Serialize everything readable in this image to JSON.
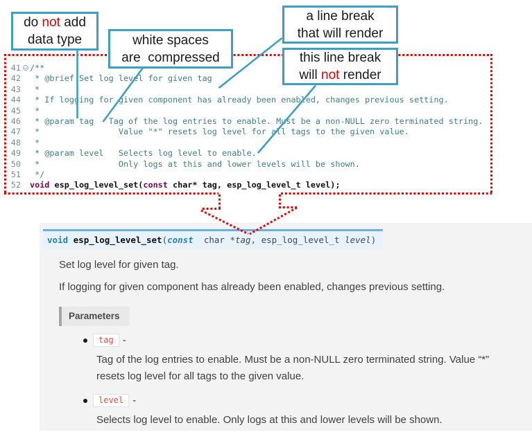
{
  "callouts": [
    {
      "id": "do-not-add-data-type",
      "segments": [
        {
          "t": "do "
        },
        {
          "t": "not",
          "cls": "red"
        },
        {
          "t": " add\ndata type"
        }
      ]
    },
    {
      "id": "white-spaces-compressed",
      "segments": [
        {
          "t": "white spaces\nare  compressed"
        }
      ]
    },
    {
      "id": "line-break-renders",
      "segments": [
        {
          "t": "a line break\nthat will render"
        }
      ]
    },
    {
      "id": "line-break-not-render",
      "segments": [
        {
          "t": "this line break\nwill "
        },
        {
          "t": "not",
          "cls": "red"
        },
        {
          "t": " render"
        }
      ]
    }
  ],
  "code": {
    "lines": [
      {
        "num": "41",
        "fold": true,
        "segments": [
          {
            "t": "/**",
            "cls": "cmt"
          }
        ]
      },
      {
        "num": "42",
        "segments": [
          {
            "t": " * @brief Set log level for given tag",
            "cls": "cmt"
          }
        ]
      },
      {
        "num": "43",
        "segments": [
          {
            "t": " *",
            "cls": "cmt"
          }
        ]
      },
      {
        "num": "44",
        "segments": [
          {
            "t": " * If logging for given component has already been enabled, changes previous setting.",
            "cls": "cmt"
          }
        ]
      },
      {
        "num": "45",
        "segments": [
          {
            "t": " *",
            "cls": "cmt"
          }
        ]
      },
      {
        "num": "46",
        "segments": [
          {
            "t": " * @param tag   Tag of the log entries to enable. Must be a non-NULL zero terminated string.",
            "cls": "cmt"
          }
        ]
      },
      {
        "num": "47",
        "segments": [
          {
            "t": " *                Value \"*\" resets log level for all tags to the given value.",
            "cls": "cmt"
          }
        ]
      },
      {
        "num": "48",
        "segments": [
          {
            "t": " *",
            "cls": "cmt"
          }
        ]
      },
      {
        "num": "49",
        "segments": [
          {
            "t": " * @param level   Selects log level to enable.",
            "cls": "cmt"
          }
        ]
      },
      {
        "num": "50",
        "segments": [
          {
            "t": " *                Only logs at this and lower levels will be shown.",
            "cls": "cmt"
          }
        ]
      },
      {
        "num": "51",
        "segments": [
          {
            "t": " */",
            "cls": "cmt"
          }
        ]
      },
      {
        "num": "52",
        "segments": [
          {
            "t": "void",
            "cls": "kw"
          },
          {
            "t": " ",
            "cls": "b"
          },
          {
            "t": "esp_log_level_set(",
            "cls": "b"
          },
          {
            "t": "const",
            "cls": "kw"
          },
          {
            "t": " char* tag, esp_log_level_t level);",
            "cls": "b"
          }
        ]
      }
    ]
  },
  "doc": {
    "signature": {
      "segments": [
        {
          "t": "void",
          "cls": "sk"
        },
        {
          "t": " "
        },
        {
          "t": "esp_log_level_set",
          "cls": "sn"
        },
        {
          "t": "("
        },
        {
          "t": "const",
          "cls": "ski"
        },
        {
          "t": "  "
        },
        {
          "t": "char "
        },
        {
          "t": "*"
        },
        {
          "t": "tag",
          "cls": "sp"
        },
        {
          "t": ", "
        },
        {
          "t": "esp_log_level_t "
        },
        {
          "t": "level",
          "cls": "sp"
        },
        {
          "t": ")"
        }
      ]
    },
    "paragraphs": [
      "Set log level for given tag.",
      "If logging for given component has already been enabled, changes previous setting."
    ],
    "parameters_label": "Parameters",
    "params": [
      {
        "name": "tag",
        "dash": "-",
        "desc": "Tag of the log entries to enable. Must be a non-NULL zero terminated string. Value “*”\nresets log level for all tags to the given value."
      },
      {
        "name": "level",
        "dash": "-",
        "desc": "Selects log level to enable. Only logs at this and lower levels will be shown."
      }
    ]
  },
  "colors": {
    "callout_border_blue": "#3c9fc4",
    "annotation_red": "#ee0000",
    "code_comment_teal": "#3f8080",
    "code_keyword_purple": "#7f0055",
    "line_number_gray": "#7a8a99",
    "doc_panel_bg": "#f3f3f3",
    "signature_bg": "#e7f2fa",
    "signature_border_blue": "#6ab0de",
    "signature_keyword_blue": "#2980b9",
    "param_badge_red": "#e74c3c",
    "doc_text_gray": "#404040"
  }
}
